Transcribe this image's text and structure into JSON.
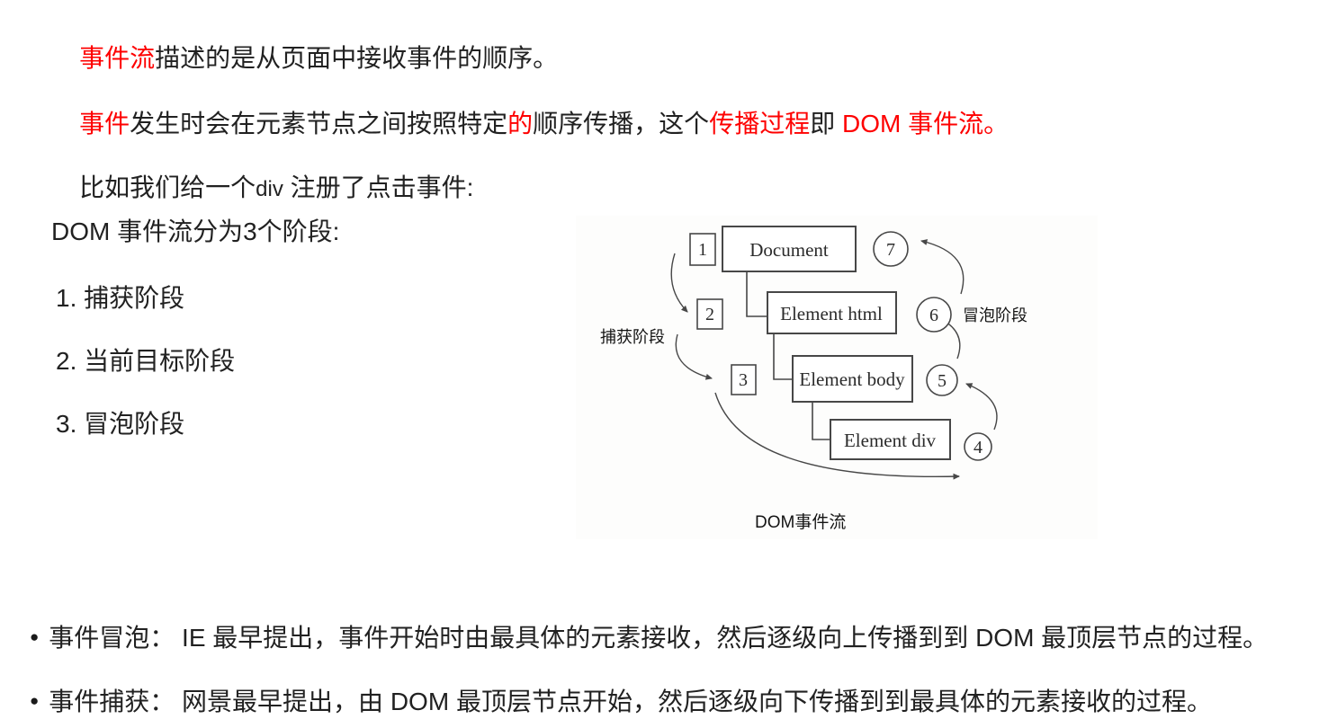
{
  "colors": {
    "accent_red": "#fe0000",
    "body_text": "#212121",
    "diagram_ink": "#474747"
  },
  "intro": {
    "p1": {
      "s1": "事件流",
      "s2": "描述的是从页面中接收事件的顺序。"
    },
    "p2": {
      "s1": "事件",
      "s2": "发生时会在元素节点之间按照特定",
      "s3": "的",
      "s4": "顺序传播，这个",
      "s5": "传播过程",
      "s6": "即",
      "s7": " DOM 事件流。"
    },
    "p3": {
      "s1": "比如我们给一个",
      "s2": "div",
      "s3": " 注册了点击事件:"
    },
    "p4": "DOM 事件流分为3个阶段:"
  },
  "phases": [
    "1. 捕获阶段",
    "2. 当前目标阶段",
    "3. 冒泡阶段"
  ],
  "diagram": {
    "nodes": [
      "Document",
      "Element html",
      "Element body",
      "Element div"
    ],
    "steps": [
      "1",
      "2",
      "3",
      "4",
      "5",
      "6",
      "7"
    ],
    "capture_label": "捕获阶段",
    "bubble_label": "冒泡阶段",
    "caption": "DOM事件流"
  },
  "bullets": {
    "marker": "●",
    "items": [
      "事件冒泡： IE 最早提出，事件开始时由最具体的元素接收，然后逐级向上传播到到 DOM 最顶层节点的过程。",
      "事件捕获： 网景最早提出，由 DOM 最顶层节点开始，然后逐级向下传播到到最具体的元素接收的过程。"
    ]
  }
}
